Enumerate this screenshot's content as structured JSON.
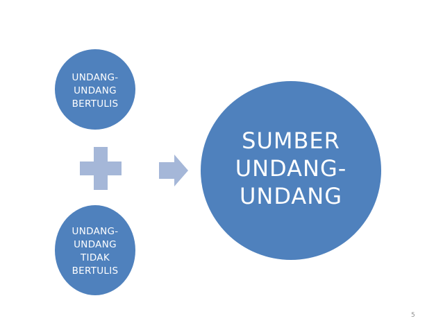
{
  "diagram": {
    "top_circle": {
      "lines": [
        "UNDANG-",
        "UNDANG",
        "BERTULIS"
      ]
    },
    "bottom_circle": {
      "lines": [
        "UNDANG-",
        "UNDANG",
        "TIDAK",
        "BERTULIS"
      ]
    },
    "main_circle": {
      "lines": [
        "SUMBER",
        "UNDANG-",
        "UNDANG"
      ]
    },
    "icons": {
      "plus": "plus-icon",
      "arrow": "arrow-right-icon"
    },
    "colors": {
      "circle_fill": "#4f81bd",
      "connector_fill": "#a5b7d8",
      "text": "#ffffff"
    }
  },
  "slide": {
    "page_number": "5"
  }
}
